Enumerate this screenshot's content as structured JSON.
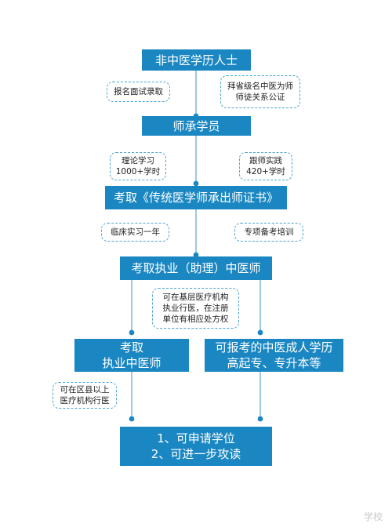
{
  "nodes": {
    "start": "非中医学历人士",
    "mentor": "师承学员",
    "cert": "考取《传统医学师承出师证书》",
    "assistant": "考取执业（助理）中医师",
    "licensed": "考取\n执业中医师",
    "adult_edu": "可报考的中医成人学历\n高起专、专升本等",
    "final": "1、可申请学位\n2、可进一步攻读"
  },
  "notes": {
    "interview": "报名面试录取",
    "apprentice": "拜省级名中医为师\n师徒关系公证",
    "theory": "理论学习\n1000+学时",
    "practice": "跟师实践\n420+学时",
    "internship": "临床实习一年",
    "exam_training": "专项备考培训",
    "grassroots": "可在基层医疗机构\n执业行医，在注册\n单位有相应处方权",
    "county": "可在区县以上\n医疗机构行医"
  },
  "watermark": "学校"
}
